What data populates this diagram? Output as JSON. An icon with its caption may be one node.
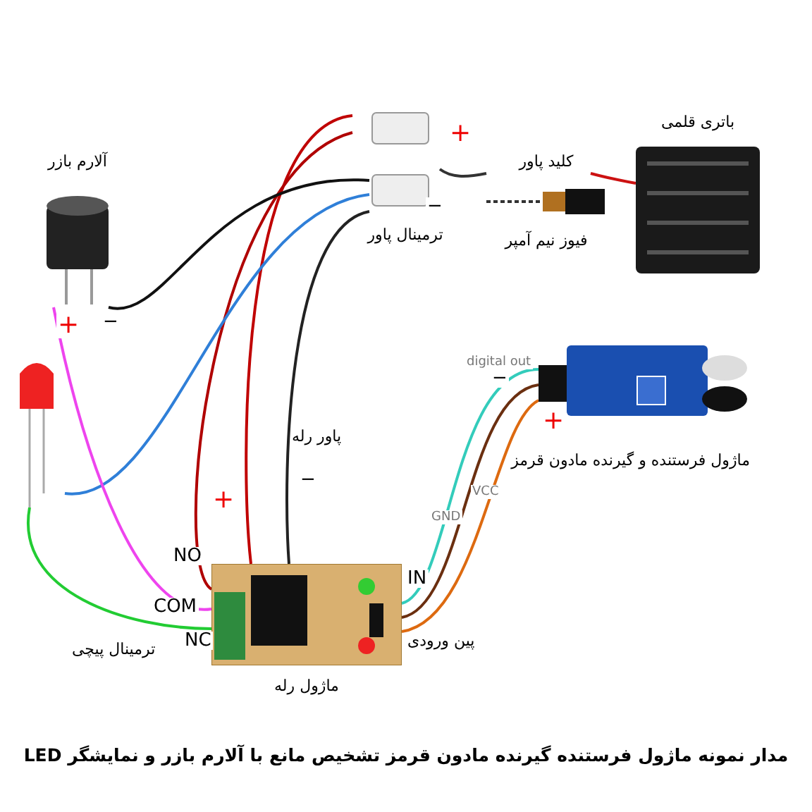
{
  "diagram": {
    "caption": "مدار نمونه ماژول فرستنده گیرنده مادون قرمز تشخیص مانع با آلارم بازر و نمایشگر LED",
    "nodes": [
      {
        "text": [
          "آلارم بازر"
        ]
      },
      {
        "text": [
          "ترمینال پاور"
        ]
      },
      {
        "text": [
          "کلید پاور",
          "فیوز نیم آمپر"
        ]
      },
      {
        "text": [
          "باتری قلمی"
        ]
      },
      {
        "text": [],
        "shape": "picture"
      },
      {
        "text": [
          "ماژول رله"
        ],
        "beside": [
          "پین ورودی"
        ]
      },
      {
        "text": [
          "ماژول فرستنده و گیرنده مادون قرمز"
        ]
      }
    ],
    "edges": [
      {
        "from": 1,
        "to": 5,
        "arrow": "none",
        "color": "#c00000"
      },
      {
        "from": 1,
        "to": 5,
        "arrow": "none",
        "color": "#b00000"
      },
      {
        "from": 1,
        "to": 0,
        "arrow": "none",
        "color": "#111111"
      },
      {
        "from": 1,
        "to": 4,
        "arrow": "none",
        "color": "#2f7fd8"
      },
      {
        "from": 1,
        "to": 5,
        "arrow": "none",
        "color": "#222222"
      },
      {
        "from": 0,
        "to": 5,
        "arrow": "none",
        "color": "#ee44ee"
      },
      {
        "from": 4,
        "to": 5,
        "arrow": "none",
        "color": "#22cc33"
      },
      {
        "from": 6,
        "to": 5,
        "arrow": "none",
        "label": "digital out",
        "color": "#33ccbb"
      },
      {
        "from": 6,
        "to": 5,
        "arrow": "none",
        "label": "GND",
        "color": "#6b2f10"
      },
      {
        "from": 6,
        "to": 5,
        "arrow": "none",
        "label": "VCC",
        "color": "#dd6a10"
      },
      {
        "from": 1,
        "to": 2,
        "arrow": "none",
        "color": "#333333"
      },
      {
        "from": 2,
        "to": 3,
        "arrow": "none",
        "color": "#cc1111"
      }
    ],
    "labels": [
      "+",
      "−",
      "+",
      "−",
      "−",
      "+",
      "پاور رله",
      "−",
      "+",
      "NO",
      "IN",
      "COM",
      "ترمینال پیچی",
      "NC"
    ]
  }
}
